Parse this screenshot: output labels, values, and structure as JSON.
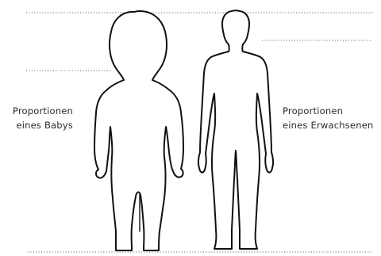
{
  "labels": {
    "baby": {
      "line1": "Proportionen",
      "line2": "eines Babys"
    },
    "adult": {
      "line1": "Proportionen",
      "line2": "eines Erwachsenen"
    }
  }
}
